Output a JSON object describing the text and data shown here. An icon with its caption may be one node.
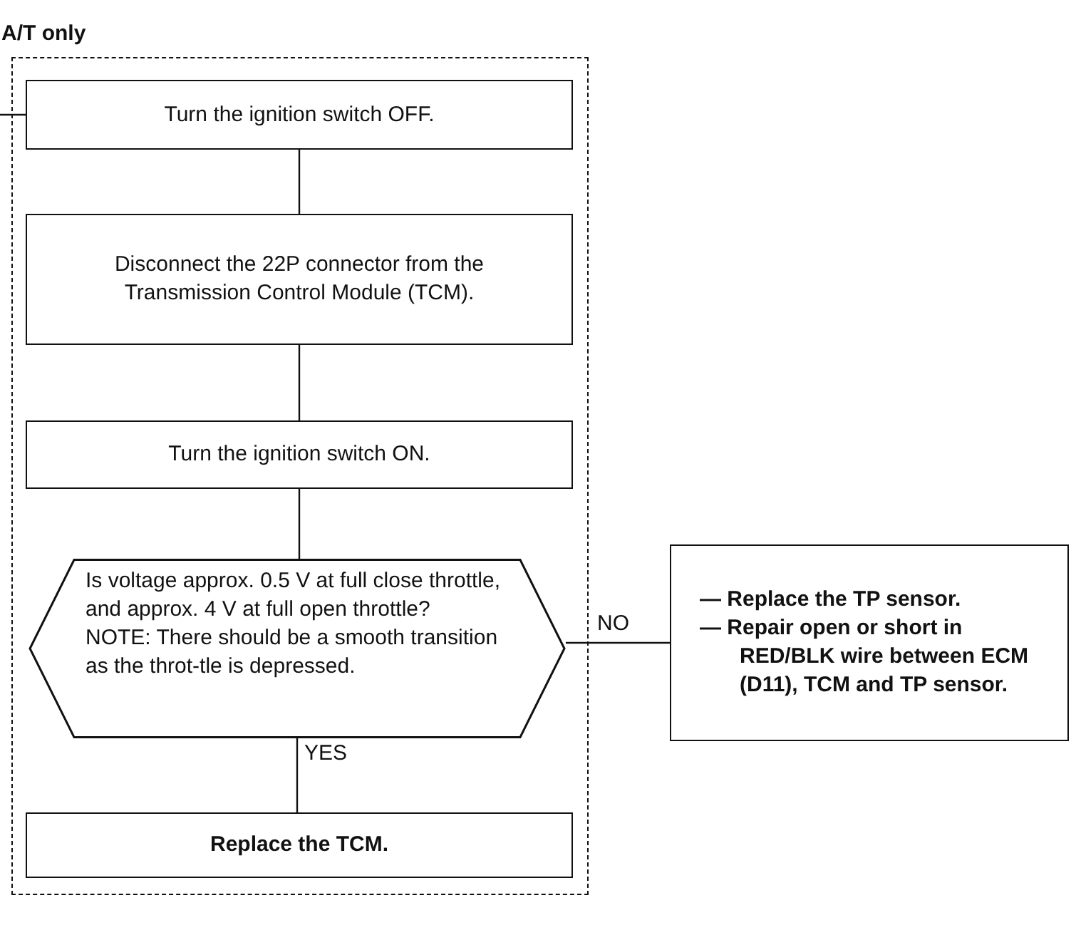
{
  "diagram": {
    "nodes": [
      {
        "text": [
          "A/T only"
        ]
      },
      {
        "text": [
          "Turn the ignition switch OFF."
        ],
        "in": 0
      },
      {
        "text": [
          "Disconnect the 22P connector from the Transmission Control Module (TCM)."
        ],
        "in": 0
      },
      {
        "text": [
          "Turn the ignition switch ON."
        ],
        "in": 0
      },
      {
        "text": [
          "Is voltage approx. 0.5 V at full close throttle, and approx. 4 V at full open throttle?",
          "NOTE: There should be a smooth transition as the throt-tle is depressed."
        ],
        "in": 0
      },
      {
        "text": [
          "Replace the TCM."
        ],
        "in": 0
      },
      {
        "text": [
          "— Replace the TP sensor.",
          "— Repair open or short in RED/BLK wire between ECM (D11), TCM and TP sensor."
        ]
      }
    ],
    "edges": [
      {
        "from": null,
        "to": 1,
        "arrow": "none"
      },
      {
        "from": 1,
        "to": 2,
        "arrow": "none"
      },
      {
        "from": 2,
        "to": 3,
        "arrow": "none"
      },
      {
        "from": 3,
        "to": 4,
        "arrow": "none"
      },
      {
        "from": 4,
        "to": 5,
        "label": "YES",
        "arrow": "none"
      },
      {
        "from": 4,
        "to": 6,
        "label": "NO",
        "arrow": "none"
      }
    ]
  }
}
